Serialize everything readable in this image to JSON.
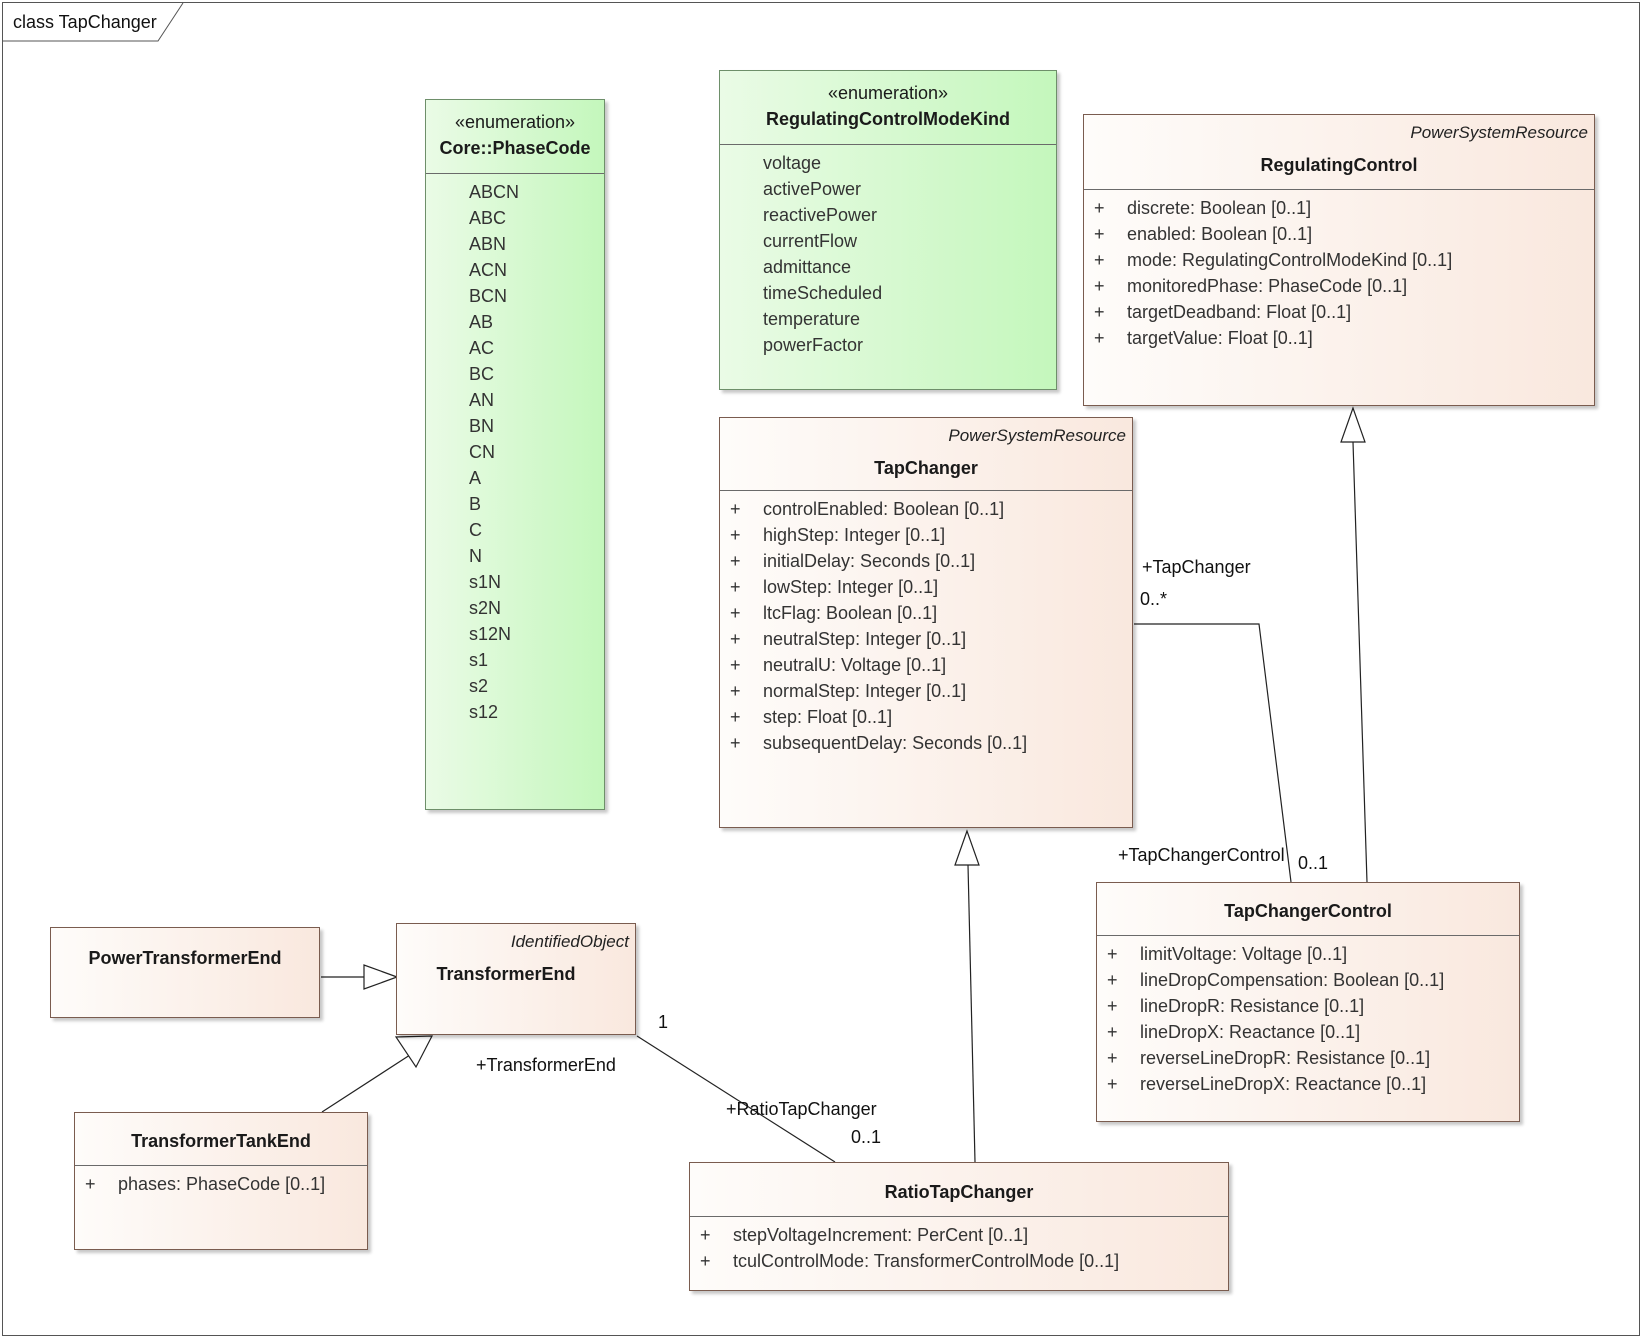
{
  "diagram": {
    "frame_title": "class TapChanger"
  },
  "classes": {
    "phasecode": {
      "stereotype": "«enumeration»",
      "name": "Core::PhaseCode",
      "literals": [
        "ABCN",
        "ABC",
        "ABN",
        "ACN",
        "BCN",
        "AB",
        "AC",
        "BC",
        "AN",
        "BN",
        "CN",
        "A",
        "B",
        "C",
        "N",
        "s1N",
        "s2N",
        "s12N",
        "s1",
        "s2",
        "s12"
      ]
    },
    "rcmk": {
      "stereotype": "«enumeration»",
      "name": "RegulatingControlModeKind",
      "literals": [
        "voltage",
        "activePower",
        "reactivePower",
        "currentFlow",
        "admittance",
        "timeScheduled",
        "temperature",
        "powerFactor"
      ]
    },
    "regulatingcontrol": {
      "parent": "PowerSystemResource",
      "name": "RegulatingControl",
      "attributes": [
        {
          "vis": "+",
          "text": "discrete: Boolean [0..1]"
        },
        {
          "vis": "+",
          "text": "enabled: Boolean [0..1]"
        },
        {
          "vis": "+",
          "text": "mode: RegulatingControlModeKind [0..1]"
        },
        {
          "vis": "+",
          "text": "monitoredPhase: PhaseCode [0..1]"
        },
        {
          "vis": "+",
          "text": "targetDeadband: Float [0..1]"
        },
        {
          "vis": "+",
          "text": "targetValue: Float [0..1]"
        }
      ]
    },
    "tapchanger": {
      "parent": "PowerSystemResource",
      "name": "TapChanger",
      "attributes": [
        {
          "vis": "+",
          "text": "controlEnabled: Boolean [0..1]"
        },
        {
          "vis": "+",
          "text": "highStep: Integer [0..1]"
        },
        {
          "vis": "+",
          "text": "initialDelay: Seconds [0..1]"
        },
        {
          "vis": "+",
          "text": "lowStep: Integer [0..1]"
        },
        {
          "vis": "+",
          "text": "ltcFlag: Boolean [0..1]"
        },
        {
          "vis": "+",
          "text": "neutralStep: Integer [0..1]"
        },
        {
          "vis": "+",
          "text": "neutralU: Voltage [0..1]"
        },
        {
          "vis": "+",
          "text": "normalStep: Integer [0..1]"
        },
        {
          "vis": "+",
          "text": "step: Float [0..1]"
        },
        {
          "vis": "+",
          "text": "subsequentDelay: Seconds [0..1]"
        }
      ]
    },
    "tapchangercontrol": {
      "name": "TapChangerControl",
      "attributes": [
        {
          "vis": "+",
          "text": "limitVoltage: Voltage [0..1]"
        },
        {
          "vis": "+",
          "text": "lineDropCompensation: Boolean [0..1]"
        },
        {
          "vis": "+",
          "text": "lineDropR: Resistance [0..1]"
        },
        {
          "vis": "+",
          "text": "lineDropX: Reactance [0..1]"
        },
        {
          "vis": "+",
          "text": "reverseLineDropR: Resistance [0..1]"
        },
        {
          "vis": "+",
          "text": "reverseLineDropX: Reactance [0..1]"
        }
      ]
    },
    "powertransformerend": {
      "name": "PowerTransformerEnd"
    },
    "transformerend": {
      "parent": "IdentifiedObject",
      "name": "TransformerEnd"
    },
    "transformertankend": {
      "name": "TransformerTankEnd",
      "attributes": [
        {
          "vis": "+",
          "text": "phases: PhaseCode [0..1]"
        }
      ]
    },
    "ratiotapchanger": {
      "name": "RatioTapChanger",
      "attributes": [
        {
          "vis": "+",
          "text": "stepVoltageIncrement: PerCent [0..1]"
        },
        {
          "vis": "+",
          "text": "tculControlMode: TransformerControlMode [0..1]"
        }
      ]
    }
  },
  "associations": {
    "tc_tcc": {
      "end_a_role": "+TapChanger",
      "end_a_mult": "0..*",
      "end_b_role": "+TapChangerControl",
      "end_b_mult": "0..1"
    },
    "te_rtc": {
      "end_a_role": "+TransformerEnd",
      "end_a_mult": "1",
      "end_b_role": "+RatioTapChanger",
      "end_b_mult": "0..1"
    }
  },
  "colors": {
    "class_fill_start": "#fefcfa",
    "class_fill_end": "#f9e8de",
    "enum_fill_start": "#eafbe6",
    "enum_fill_end": "#c4f7bc",
    "line": "#222222"
  }
}
